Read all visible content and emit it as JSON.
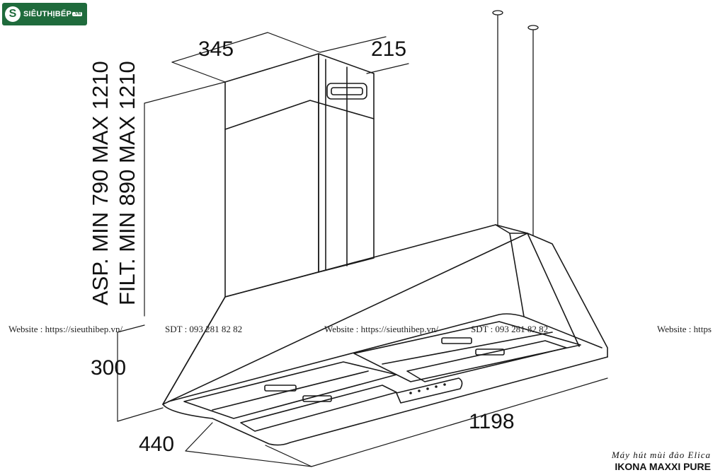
{
  "logo": {
    "mark": "S",
    "text": "SIÊUTHỊBẾP",
    "suffix": ".VN"
  },
  "dimensions": {
    "chimney_width": "345",
    "chimney_depth": "215",
    "height_aspiration": "ASP. MIN 790 MAX 1210",
    "height_filter": "FILT. MIN 890 MAX 1210",
    "hood_height": "300",
    "hood_depth": "440",
    "hood_width": "1198"
  },
  "watermarks": [
    "Website : https://sieuthibep.vn/",
    "SDT : 093 281 82 82",
    "Website : https://sieuthibep.vn/",
    "SDT : 093 281 82 82",
    "Website : https"
  ],
  "caption": {
    "line1": "Máy hút mùi đảo Elica",
    "line2": "IKONA MAXXI PURE"
  }
}
